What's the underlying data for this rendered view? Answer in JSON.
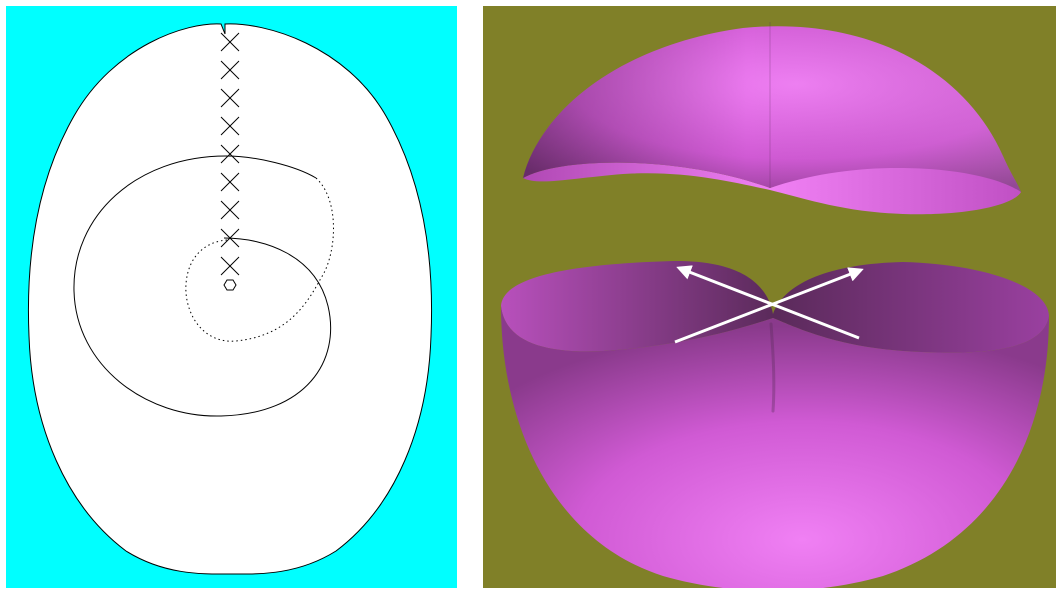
{
  "colors": {
    "page_background": "#ffffff",
    "left_panel_background": "#00ffff",
    "right_panel_background": "#808028",
    "egg_fill": "#ffffff",
    "outline_stroke": "#000000",
    "surface_color": "#d05ad4",
    "surface_highlight": "#f080f4",
    "surface_shadow": "#5a2a5a",
    "arrow_color": "#ffffff"
  },
  "left_panel": {
    "description_icon": "egg-pattern-diagram",
    "stitch_marks": 9,
    "has_dotted_circle": true,
    "has_solid_spiral": true,
    "has_center_hexagon": true
  },
  "right_panel": {
    "description_icon": "split-sphere-3d",
    "parts": [
      "top-cap",
      "bottom-bowl"
    ],
    "crossing_arrows": 2
  }
}
